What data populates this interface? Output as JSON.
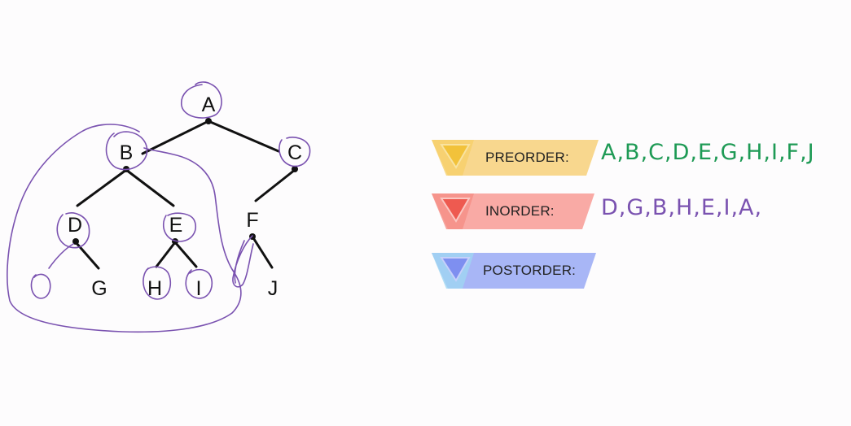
{
  "tree": {
    "nodes": [
      {
        "id": "A",
        "label": "A"
      },
      {
        "id": "B",
        "label": "B"
      },
      {
        "id": "C",
        "label": "C"
      },
      {
        "id": "D",
        "label": "D"
      },
      {
        "id": "E",
        "label": "E"
      },
      {
        "id": "F",
        "label": "F"
      },
      {
        "id": "G",
        "label": "G"
      },
      {
        "id": "H",
        "label": "H"
      },
      {
        "id": "I",
        "label": "I"
      },
      {
        "id": "J",
        "label": "J"
      }
    ],
    "edges": [
      [
        "A",
        "B"
      ],
      [
        "A",
        "C"
      ],
      [
        "B",
        "D"
      ],
      [
        "B",
        "E"
      ],
      [
        "C",
        "F"
      ],
      [
        "D",
        "G"
      ],
      [
        "E",
        "H"
      ],
      [
        "E",
        "I"
      ],
      [
        "F",
        "J"
      ]
    ]
  },
  "traversals": {
    "preorder": {
      "label": "PREORDER:",
      "sequence": "A,B,C,D,E,G,H,I,F,J",
      "color": "#1e9a55",
      "accent": "#f6cf6a"
    },
    "inorder": {
      "label": "INORDER:",
      "sequence": "D,G,B,H,E,I,A,",
      "color": "#7a52b0",
      "accent": "#f58f86"
    },
    "postorder": {
      "label": "POSTORDER:",
      "sequence": "",
      "color": "#7a52b0",
      "accent": "#8fa2f4"
    }
  },
  "colors": {
    "ink": "#7a52b0",
    "background": "#fdfcfd"
  }
}
